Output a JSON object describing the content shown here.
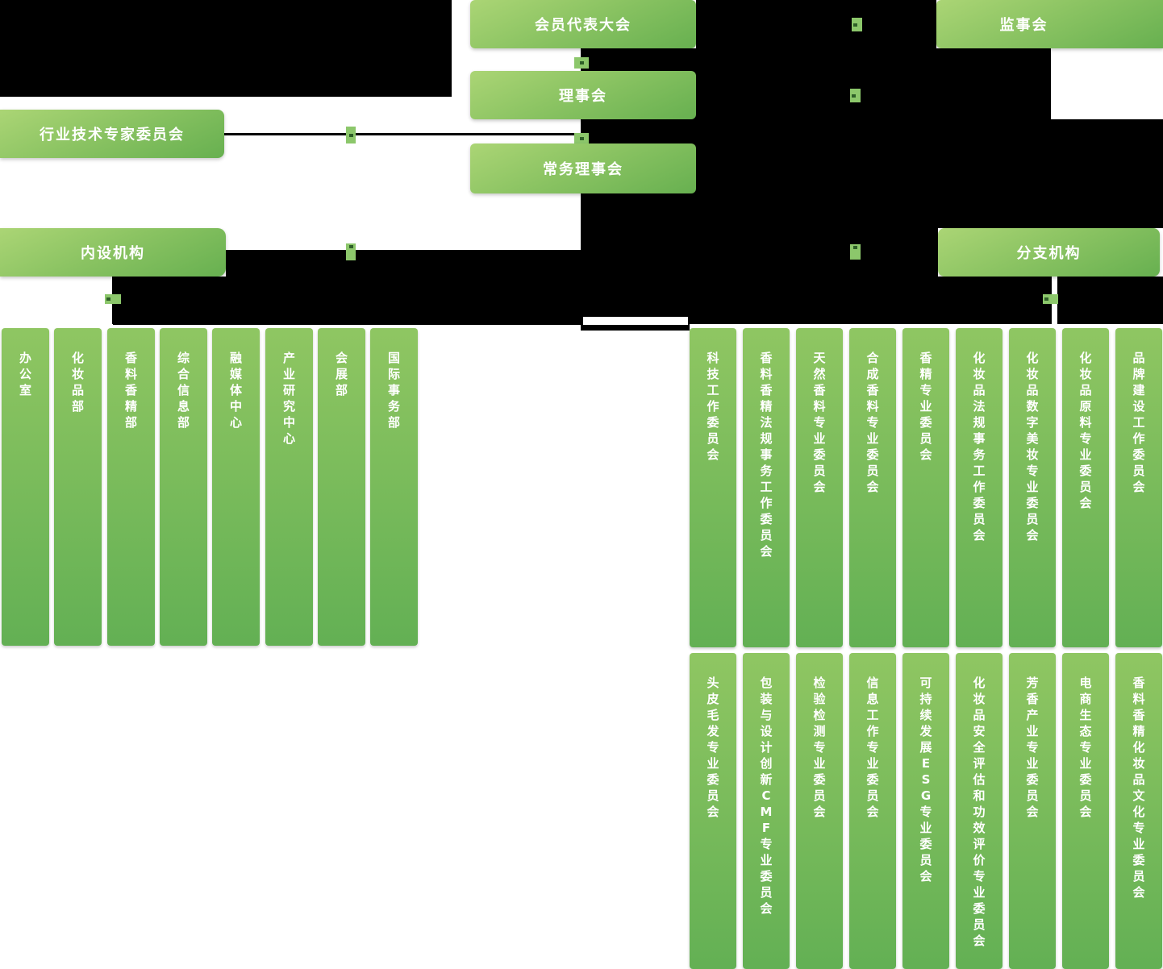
{
  "colors": {
    "background": "#ffffff",
    "dark-region": "#000000",
    "box-gradient-start": "#abd575",
    "box-gradient-end": "#67b050",
    "column-gradient-start": "#8fc662",
    "column-gradient-end": "#63b054",
    "node-green": "#8cc76b",
    "node-dash": "#2e5f28",
    "line-color": "#000000",
    "text-color": "#ffffff"
  },
  "org_chart": {
    "assembly": "会员代表大会",
    "supervisory_board": "监事会",
    "council": "理事会",
    "standing_council": "常务理事会",
    "expert_committee": "行业技术专家委员会",
    "internal_org": "内设机构",
    "branch_org": "分支机构"
  },
  "internal_departments": [
    "办公室",
    "化妆品部",
    "香料香精部",
    "综合信息部",
    "融媒体中心",
    "产业研究中心",
    "会展部",
    "国际事务部"
  ],
  "branch_committees_row1": [
    "科技工作委员会",
    "香料香精法规事务工作委员会",
    "天然香料专业委员会",
    "合成香料专业委员会",
    "香精专业委员会",
    "化妆品法规事务工作委员会",
    "化妆品数字美妆专业委员会",
    "化妆品原料专业委员会",
    "品牌建设工作委员会"
  ],
  "branch_committees_row2": [
    "头皮毛发专业委员会",
    "包装与设计创新CMF专业委员会",
    "检验检测专业委员会",
    "信息工作专业委员会",
    "可持续发展ESG专业委员会",
    "化妆品安全评估和功效评价专业委员会",
    "芳香产业专业委员会",
    "电商生态专业委员会",
    "香料香精化妆品文化专业委员会"
  ]
}
